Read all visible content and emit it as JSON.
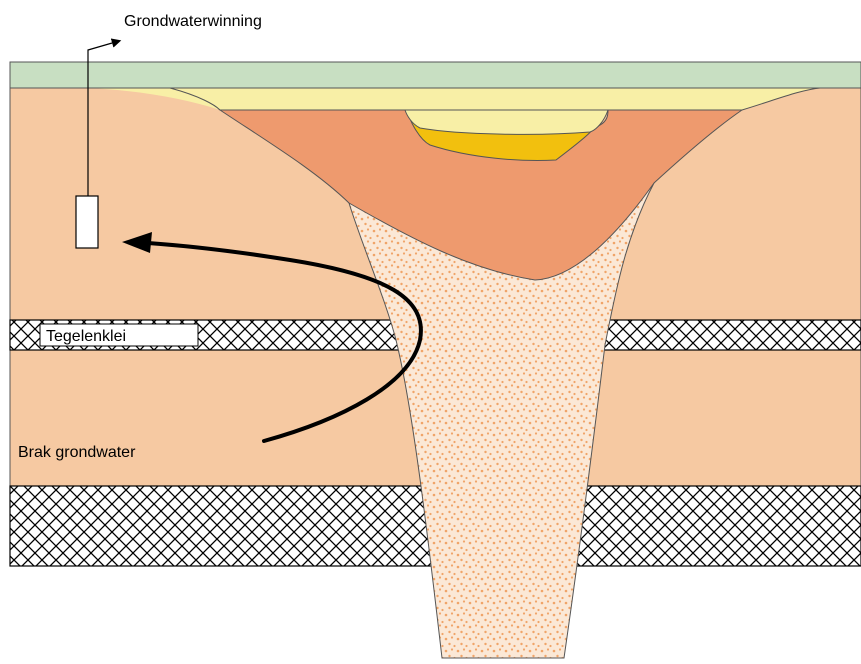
{
  "labels": {
    "well": "Grondwaterwinning",
    "clay": "Tegelenklei",
    "brackish": "Brak grondwater"
  },
  "colors": {
    "background": "#ffffff",
    "topsoil": "#c8dfc2",
    "sand": "#f6c9a2",
    "pale_fill": "#f8efa6",
    "gold_lens": "#f2c00e",
    "orange_fill": "#ee9a6e",
    "channel_sand": "#fbe8d6",
    "channel_dots": "#f0a468",
    "clay_hatch": "#000000",
    "arrow": "#000000"
  }
}
